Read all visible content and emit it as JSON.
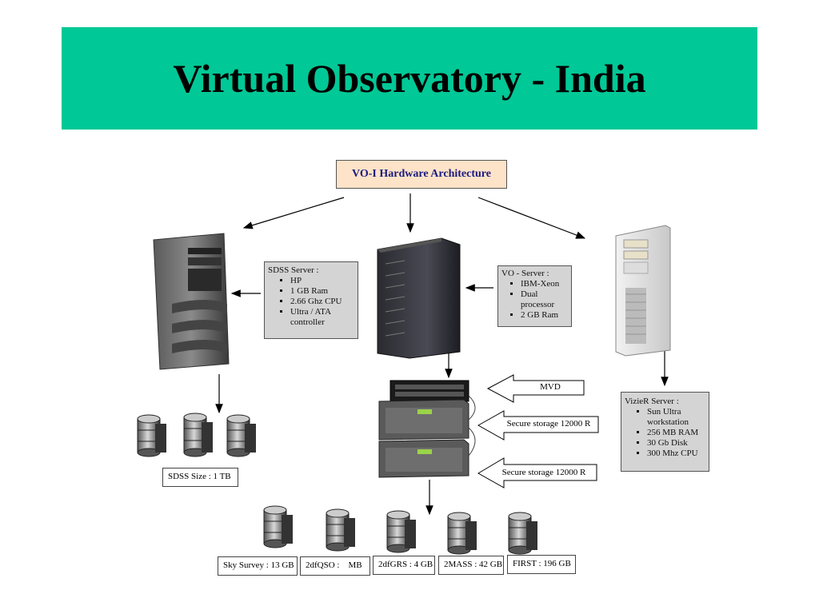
{
  "slide": {
    "title": "Virtual Observatory - India",
    "colors": {
      "title_band": "#00c896",
      "root_box": "#fde3c8",
      "spec_box": "#d4d4d4"
    }
  },
  "diagram": {
    "root": "VO-I Hardware Architecture",
    "sdss_server": {
      "heading": "SDSS  Server :",
      "items": [
        "HP",
        "1 GB Ram",
        "2.66  Ghz CPU",
        "Ultra / ATA controller"
      ]
    },
    "vo_server": {
      "heading": "VO - Server :",
      "items": [
        "IBM-Xeon",
        "Dual processor",
        "2 GB Ram"
      ]
    },
    "vizier_server": {
      "heading": "VizieR Server :",
      "items": [
        "Sun Ultra workstation",
        "256 MB RAM",
        "30 Gb Disk",
        "300 Mhz CPU"
      ]
    },
    "sdss_size": "SDSS Size : 1 TB",
    "storage_arrows": [
      "MVD",
      "Secure storage 12000 R",
      "Secure storage 12000 R"
    ],
    "databases": [
      "Sky Survey : 13 GB",
      "2dfQSO :    MB",
      "2dfGRS : 4 GB",
      "2MASS : 42 GB",
      "FIRST : 196 GB"
    ]
  }
}
